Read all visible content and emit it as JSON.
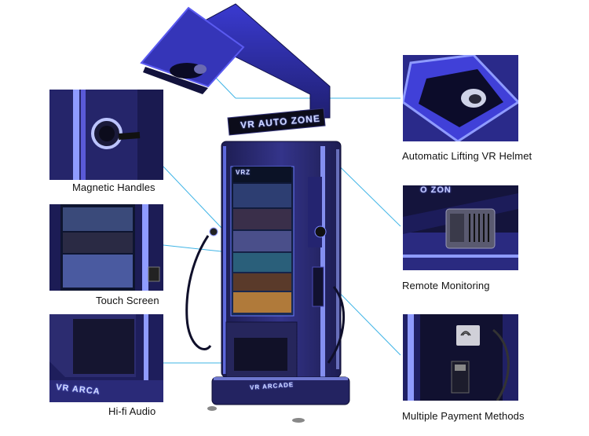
{
  "machine": {
    "sign_text": "VR AUTO ZONE",
    "screen_logo": "VRZ",
    "base_text": "VR ARCADE"
  },
  "features": {
    "left": [
      {
        "label": "Magnetic Handles",
        "icon": "handle-icon"
      },
      {
        "label": "Touch Screen",
        "icon": "screen-icon"
      },
      {
        "label": "Hi-fi Audio",
        "icon": "speaker-icon"
      }
    ],
    "right": [
      {
        "label": "Automatic Lifting VR Helmet",
        "icon": "helmet-icon"
      },
      {
        "label": "Remote Monitoring",
        "icon": "camera-icon"
      },
      {
        "label": "Multiple Payment Methods",
        "icon": "payment-icon"
      }
    ]
  },
  "insets": {
    "audio_base_text": "VR ARCA",
    "monitor_background_text": "O ZON"
  },
  "colors": {
    "cabinet": "#2b2b6e",
    "cabinet_dark": "#17173f",
    "accent_glow": "#7d8cff",
    "connector_line": "#3fb4e6"
  }
}
